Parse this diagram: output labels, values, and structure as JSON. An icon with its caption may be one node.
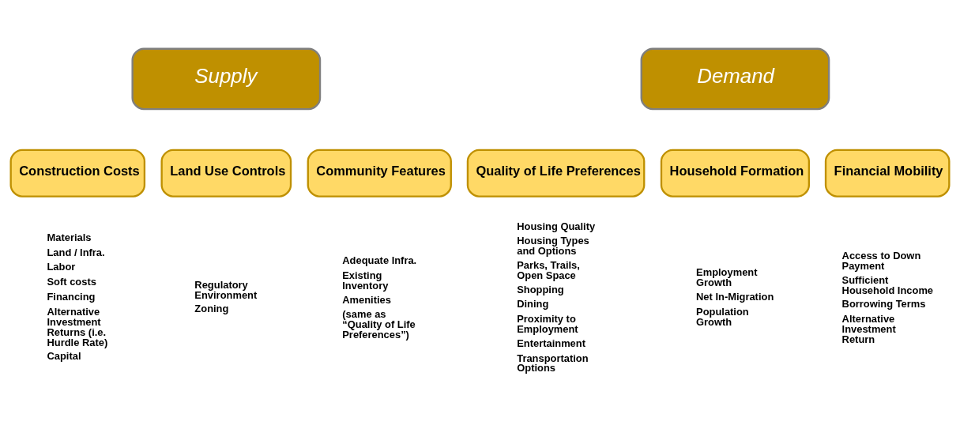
{
  "diagram": {
    "nodes": [
      {
        "text": [
          "Supply"
        ]
      },
      {
        "text": [
          "Construction Costs"
        ],
        "beside": [
          "Materials",
          "Land / Infra.",
          "Labor",
          "Soft costs",
          "Financing",
          "Alternative Investment Returns (i.e. Hurdle Rate)",
          "Capital"
        ]
      },
      {
        "text": [
          "Land Use Controls"
        ],
        "beside": [
          "Regulatory Environment",
          "Zoning"
        ]
      },
      {
        "text": [
          "Community Features"
        ],
        "beside": [
          "Adequate Infra.",
          "Existing Inventory",
          "Amenities",
          "(same as “Quality of Life Preferences”)"
        ]
      },
      {
        "text": [
          "Demand"
        ]
      },
      {
        "text": [
          "Quality of Life Preferences"
        ],
        "beside": [
          "Housing Quality",
          "Housing Types and Options",
          "Parks, Trails, Open Space",
          "Shopping",
          "Dining",
          "Proximity to Employment",
          "Entertainment",
          "Transportation Options"
        ]
      },
      {
        "text": [
          "Household Formation"
        ],
        "beside": [
          "Employment Growth",
          "Net In-Migration",
          "Population Growth"
        ]
      },
      {
        "text": [
          "Financial Mobility"
        ],
        "beside": [
          "Access to Down Payment",
          "Sufficient Household Income",
          "Borrowing Terms",
          "Alternative Investment Return"
        ]
      }
    ],
    "edges": []
  }
}
